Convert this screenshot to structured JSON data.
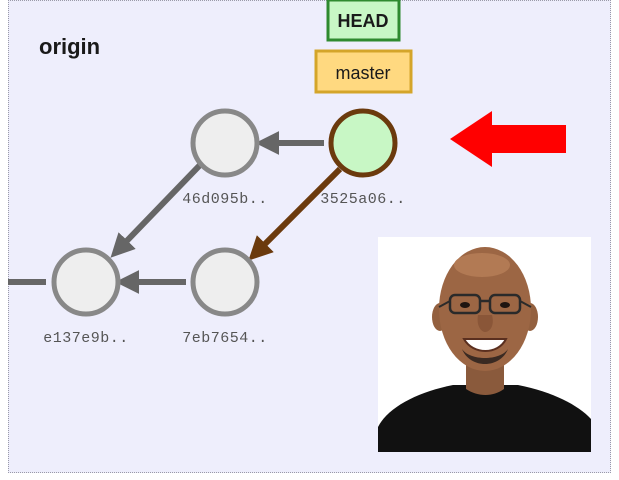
{
  "remote": {
    "title": "origin"
  },
  "refs": {
    "head_label": "HEAD",
    "branch_label": "master"
  },
  "commits": {
    "c1": "e137e9b..",
    "c2": "46d095b..",
    "c3": "7eb7654..",
    "c4": "3525a06.."
  },
  "colors": {
    "panel_background": "#eeeefc",
    "commit_fill": "#eeeeee",
    "commit_stroke": "#888888",
    "head_commit_fill": "#c8f7c5",
    "head_commit_stroke": "#6b3a0d",
    "parent_arrow": "#666666",
    "head_arrow": "#6b3a0d",
    "head_ref_fill": "#c8f7c5",
    "head_ref_border": "#2f8a2f",
    "branch_ref_fill": "#ffd980",
    "branch_ref_border": "#d4a52a",
    "pointer_arrow": "#ff0000"
  },
  "photo": {
    "icon": "person-portrait-photo"
  }
}
